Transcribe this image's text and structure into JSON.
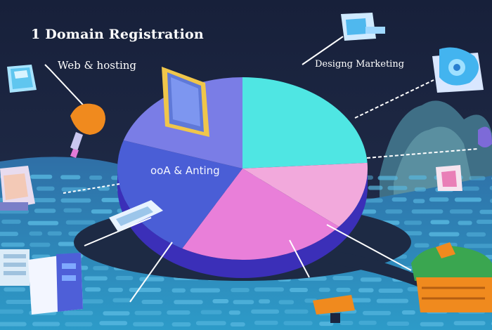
{
  "labels": {
    "title": "1 Domain Registration",
    "web_hosting": "Web & hosting",
    "design_marketing": "Designg Marketing",
    "center": "ooA & Anting"
  },
  "chart_data": {
    "type": "pie",
    "title": "1 Domain Registration",
    "categories": [
      "Cyan",
      "Light pink",
      "Pink",
      "Blue",
      "Violet"
    ],
    "values": [
      24,
      12,
      22,
      22,
      20
    ],
    "slice_colors": [
      "#4fe6e3",
      "#f2a9dc",
      "#e97fd9",
      "#4a5ed6",
      "#7a7de6"
    ],
    "depth_color": "#3b2fb8"
  },
  "colors": {
    "background": "#1b2540",
    "water": "#2a86b8",
    "water_dash": "#58b8e0",
    "accent_orange": "#f08a1e",
    "accent_green": "#3aa650"
  },
  "icons": [
    "phone-icon",
    "wrench-icon",
    "document-icon",
    "gear-icon",
    "machine-icon",
    "server-icon",
    "stand-icon",
    "gift-box-icon",
    "pen-icon",
    "cube-icon"
  ]
}
